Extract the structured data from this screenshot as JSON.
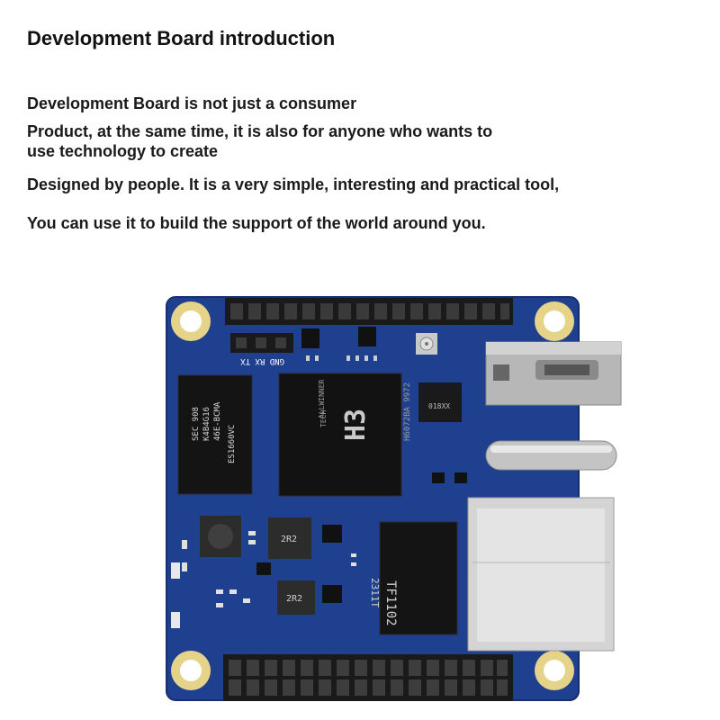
{
  "heading": "Development Board introduction",
  "paragraphs": [
    "Development Board is not just a consumer",
    "Product, at the same time, it is also for anyone who wants to",
    "use technology to create",
    "Designed by people. It is a very simple, interesting and practical tool,",
    "You can use it to build the support of the world around you."
  ],
  "board": {
    "pcb_color": "#1f3f8f",
    "soc_label": "H3",
    "soc_maker_line1": "ALLWINNER",
    "soc_maker_line2": "TECH",
    "soc_code": "H6072BA 9972",
    "ram_lines": [
      "SEC 908",
      "K4B4G16",
      "46E-BCMA"
    ],
    "ram_code": "ES1660VC",
    "transformer_line1": "TF1102",
    "transformer_line2": "2311T",
    "uart_label": "GND RX TX",
    "small_chip_label": "018XX",
    "inductor1_label": "2R2",
    "inductor2_label": "2R2"
  }
}
